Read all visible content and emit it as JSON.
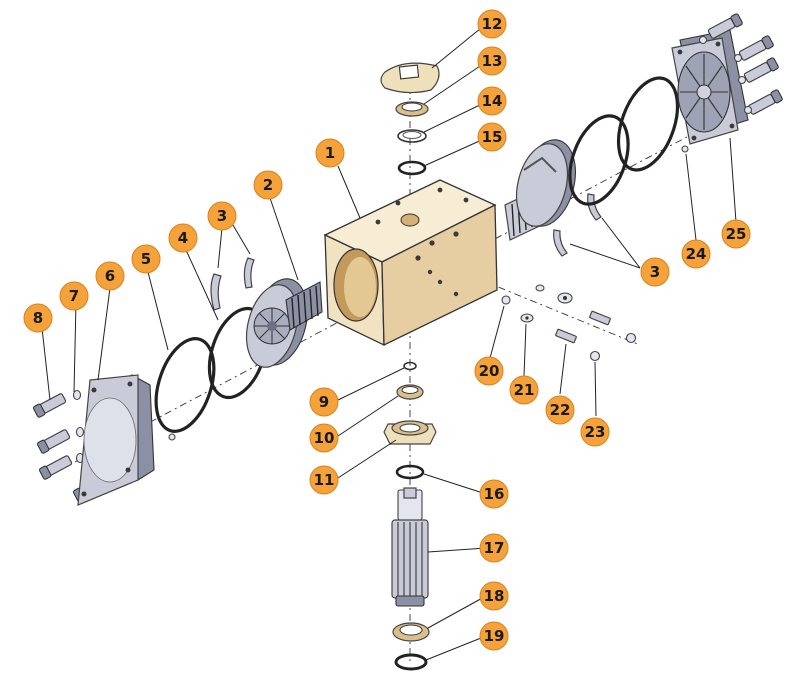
{
  "callouts": [
    {
      "id": "1",
      "label": "1"
    },
    {
      "id": "2",
      "label": "2"
    },
    {
      "id": "3a",
      "label": "3"
    },
    {
      "id": "3b",
      "label": "3"
    },
    {
      "id": "4",
      "label": "4"
    },
    {
      "id": "5",
      "label": "5"
    },
    {
      "id": "6",
      "label": "6"
    },
    {
      "id": "7",
      "label": "7"
    },
    {
      "id": "8",
      "label": "8"
    },
    {
      "id": "9",
      "label": "9"
    },
    {
      "id": "10",
      "label": "10"
    },
    {
      "id": "11",
      "label": "11"
    },
    {
      "id": "12",
      "label": "12"
    },
    {
      "id": "13",
      "label": "13"
    },
    {
      "id": "14",
      "label": "14"
    },
    {
      "id": "15",
      "label": "15"
    },
    {
      "id": "16",
      "label": "16"
    },
    {
      "id": "17",
      "label": "17"
    },
    {
      "id": "18",
      "label": "18"
    },
    {
      "id": "19",
      "label": "19"
    },
    {
      "id": "20",
      "label": "20"
    },
    {
      "id": "21",
      "label": "21"
    },
    {
      "id": "22",
      "label": "22"
    },
    {
      "id": "23",
      "label": "23"
    },
    {
      "id": "24",
      "label": "24"
    },
    {
      "id": "25",
      "label": "25"
    }
  ],
  "colors": {
    "callout_fill": "#f5a23a",
    "housing": "#f1e2c2",
    "metal": "#c9ccd8"
  }
}
